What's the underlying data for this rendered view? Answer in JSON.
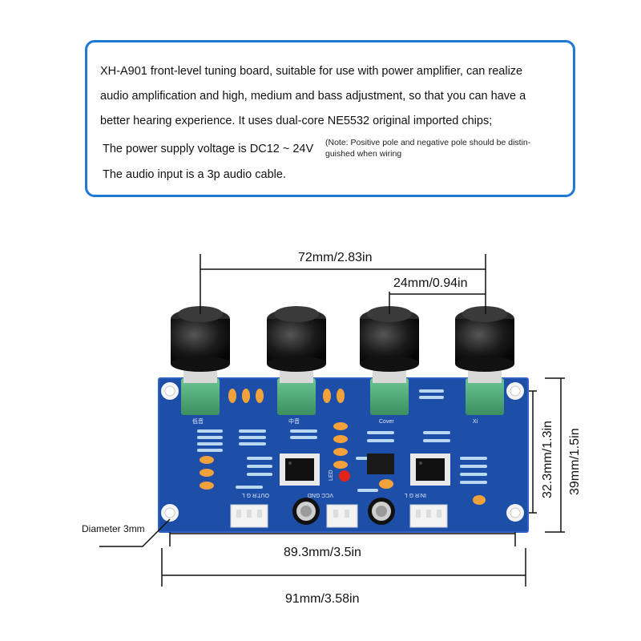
{
  "description": {
    "line1": "XH-A901 front-level tuning board, suitable for use with power amplifier, can realize",
    "line2": "audio amplification and high, medium and bass adjustment, so that you can have a",
    "line3": "better hearing experience. It uses dual-core NE5532 original imported chips;",
    "line4": "The power supply voltage is DC12 ~ 24V",
    "note_line1": "(Note: Positive pole and negative pole should be distin-",
    "note_line2": "guished when wiring",
    "line5": "The audio input is a 3p audio cable."
  },
  "dimensions": {
    "knob_span": "72mm/2.83in",
    "knob_pitch": "24mm/0.94in",
    "hole_height": "32.3mm/1.3in",
    "board_height": "39mm/1.5in",
    "hole_span": "89.3mm/3.5in",
    "board_width": "91mm/3.58in",
    "hole_diameter": "Diameter 3mm"
  },
  "board_silkscreen": {
    "knob1": "低音",
    "knob2": "中音",
    "knob3": "Cover",
    "knob4": "Xi",
    "out_header": "OUT:R G L",
    "power_header": "VCC GND",
    "in_header": "IN:R G L",
    "led": "LED"
  },
  "colors": {
    "box_border": "#1f78d4",
    "pcb": "#1d4ea8",
    "pot": "#4fae7a",
    "knob": "#151515",
    "capacitor": "#f2a23a"
  }
}
